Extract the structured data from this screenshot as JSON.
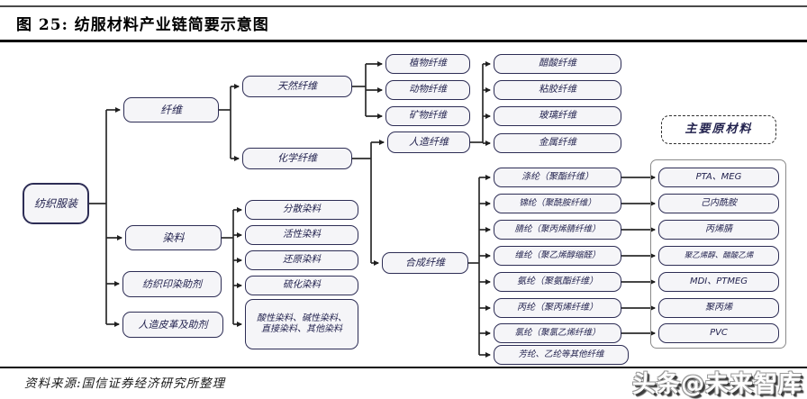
{
  "header": {
    "title": "图 25:  纺服材料产业链简要示意图"
  },
  "footer": {
    "source": "资料来源:国信证券经济研究所整理",
    "watermark": "头条@未来智库"
  },
  "nodes": {
    "root": "纺织服装",
    "fiber": "纤维",
    "dye": "染料",
    "aux": "纺织印染助剂",
    "leather": "人造皮革及助剂",
    "natural": "天然纤维",
    "chemical": "化学纤维",
    "plant": "植物纤维",
    "animal": "动物纤维",
    "mineral": "矿物纤维",
    "manmade": "人造纤维",
    "synthetic": "合成纤维",
    "acetate": "醋酸纤维",
    "viscose": "粘胶纤维",
    "glass": "玻璃纤维",
    "metal": "金属纤维",
    "disperse": "分散染料",
    "reactive": "活性染料",
    "vat": "还原染料",
    "sulfur": "硫化染料",
    "other_dyes": "酸性染料、碱性染料、直接染料、其他染料",
    "polyester": "涤纶（聚酯纤维）",
    "nylon": "锦纶（聚酰胺纤维）",
    "acrylic": "腈纶（聚丙烯腈纤维）",
    "vinylon": "维纶（聚乙烯醇缩醛）",
    "spandex": "氨纶（聚氨酯纤维）",
    "pp_fiber": "丙纶（聚丙烯纤维）",
    "pvc_fiber": "氯纶（聚氯乙烯纤维）",
    "other_fibers": "芳纶、乙纶等其他纤维",
    "raw_title": "主要原材料",
    "pta": "PTA、MEG",
    "caprolactam": "己内酰胺",
    "acrylonitrile": "丙烯腈",
    "pva": "聚乙烯醇、醋酸乙烯",
    "mdi": "MDI、PTMEG",
    "pp": "聚丙烯",
    "pvc": "PVC"
  },
  "hierarchy": {
    "纺织服装": [
      "纤维",
      "染料",
      "纺织印染助剂",
      "人造皮革及助剂"
    ],
    "纤维": [
      "天然纤维",
      "化学纤维"
    ],
    "天然纤维": [
      "植物纤维",
      "动物纤维",
      "矿物纤维"
    ],
    "化学纤维": [
      "人造纤维",
      "合成纤维"
    ],
    "人造纤维": [
      "醋酸纤维",
      "粘胶纤维",
      "玻璃纤维",
      "金属纤维"
    ],
    "合成纤维": [
      "涤纶（聚酯纤维）",
      "锦纶（聚酰胺纤维）",
      "腈纶（聚丙烯腈纤维）",
      "维纶（聚乙烯醇缩醛）",
      "氨纶（聚氨酯纤维）",
      "丙纶（聚丙烯纤维）",
      "氯纶（聚氯乙烯纤维）",
      "芳纶、乙纶等其他纤维"
    ],
    "染料": [
      "分散染料",
      "活性染料",
      "还原染料",
      "硫化染料",
      "酸性染料、碱性染料、直接染料、其他染料"
    ]
  },
  "raw_material_links": {
    "涤纶（聚酯纤维）": "PTA、MEG",
    "锦纶（聚酰胺纤维）": "己内酰胺",
    "腈纶（聚丙烯腈纤维）": "丙烯腈",
    "维纶（聚乙烯醇缩醛）": "聚乙烯醇、醋酸乙烯",
    "氨纶（聚氨酯纤维）": "MDI、PTMEG",
    "丙纶（聚丙烯纤维）": "聚丙烯",
    "氯纶（聚氯乙烯纤维）": "PVC"
  },
  "colors": {
    "box_border": "#2d2d55",
    "box_fill": "#f5f5f8",
    "box_text": "#23234f",
    "wire": "#2b2b2b",
    "group_border": "#8a8a8a"
  }
}
